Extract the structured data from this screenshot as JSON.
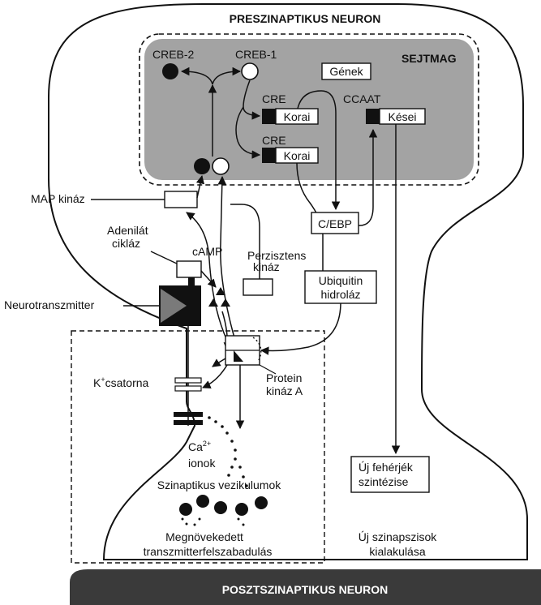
{
  "titles": {
    "presynaptic": "PRESZINAPTIKUS NEURON",
    "postsynaptic": "POSZTSZINAPTIKUS NEURON",
    "nucleus": "SEJTMAG"
  },
  "nucleus": {
    "creb2": "CREB-2",
    "creb1": "CREB-1",
    "genes": "Gének",
    "cre_top": "CRE",
    "cre_bottom": "CRE",
    "ccaat": "CCAAT",
    "early_top": "Korai",
    "early_bottom": "Korai",
    "late": "Kései"
  },
  "labels": {
    "map_kinase": "MAP kináz",
    "adenylate_cyclase_1": "Adenilát",
    "adenylate_cyclase_2": "cikláz",
    "camp": "cAMP",
    "persistent_kinase_1": "Perzisztens",
    "persistent_kinase_2": "kináz",
    "cebp": "C/EBP",
    "ubiquitin_1": "Ubiquitin",
    "ubiquitin_2": "hidroláz",
    "neurotransmitter": "Neurotranszmitter",
    "k_channel_sup": "+",
    "k_channel_k": "K",
    "k_channel_rest": "csatorna",
    "pka_1": "Protein",
    "pka_2": "kináz A",
    "ca_main": "Ca",
    "ca_sup": "2+",
    "ions": "ionok",
    "vesicles": "Szinaptikus vezikulumok",
    "release_1": "Megnövekedett",
    "release_2": "transzmitterfelszabadulás",
    "new_protein_1": "Új fehérjék",
    "new_protein_2": "szintézise",
    "new_synapse_1": "Új szinapszisok",
    "new_synapse_2": "kialakulása"
  }
}
